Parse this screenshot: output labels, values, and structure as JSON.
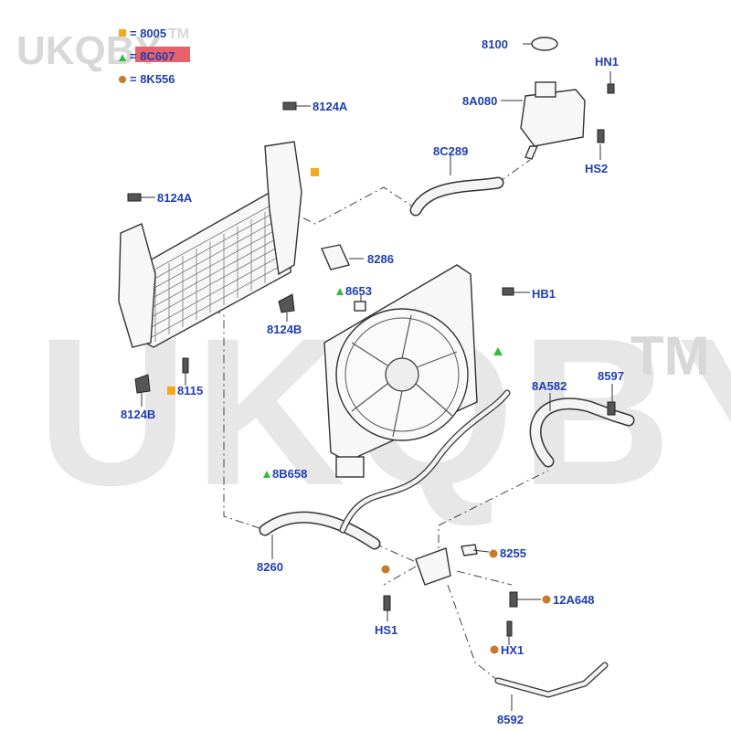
{
  "watermark": {
    "main": "UKQBY",
    "tm": "TM",
    "corner": "UKQBY",
    "corner_tm": "TM"
  },
  "legend": [
    {
      "symbol": "square",
      "color": "#f2a91c",
      "text": "= 8005"
    },
    {
      "symbol": "triangle",
      "color": "#2fbf3a",
      "text": "= 8C607",
      "highlighted": true,
      "highlight_color": "#e8606a"
    },
    {
      "symbol": "circle",
      "color": "#c87a2a",
      "text": "= 8K556"
    }
  ],
  "parts": {
    "cap": "8100",
    "hn1": "HN1",
    "reservoir": "8A080",
    "hs2": "HS2",
    "hose_8c289": "8C289",
    "bracket_top": "8124A",
    "bracket_left": "8124A",
    "connector_8286": "8286",
    "sensor_8653": "8653",
    "hb1": "HB1",
    "mount_8124b_a": "8124B",
    "mount_8124b_b": "8124B",
    "bolt_8115": "8115",
    "hose_8a582": "8A582",
    "clip_8597": "8597",
    "resistor_8b658": "8B658",
    "lower_hose": "8260",
    "clamp_8255": "8255",
    "hs1": "HS1",
    "sensor_12a648": "12A648",
    "hx1": "HX1",
    "tube_8592": "8592"
  },
  "colors": {
    "label": "#1f3fb0",
    "square": "#f2a91c",
    "triangle": "#2fbf3a",
    "circle": "#c87a2a"
  }
}
